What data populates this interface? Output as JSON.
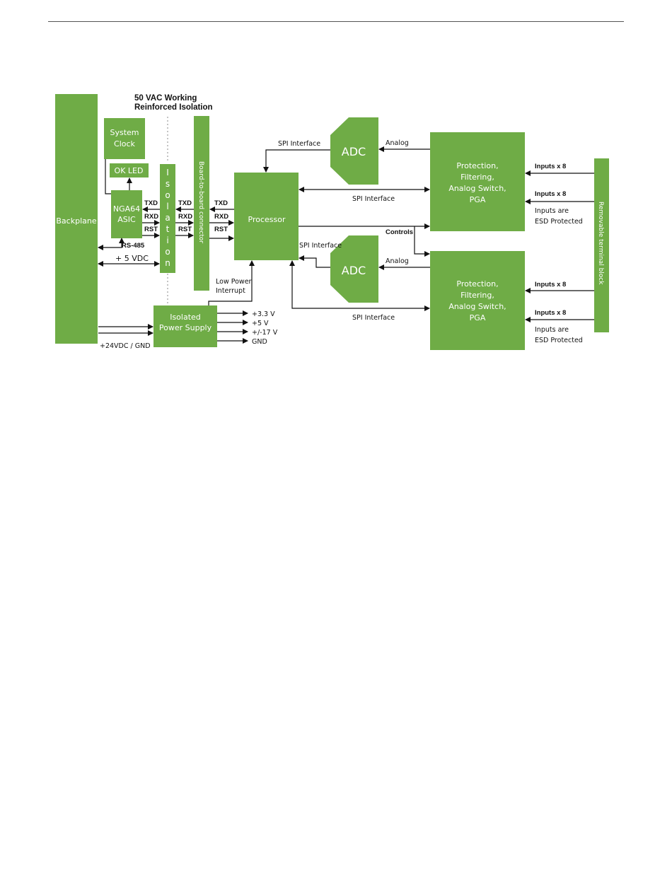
{
  "title": {
    "line1": "50 VAC Working",
    "line2": "Reinforced Isolation"
  },
  "blocks": {
    "backplane": "Backplane",
    "system_clock": [
      "System",
      "Clock"
    ],
    "ok_led": "OK LED",
    "asic": [
      "NGA64",
      "ASIC"
    ],
    "isolation_letters": [
      "I",
      "s",
      "o",
      "l",
      "a",
      "t",
      "i",
      "o",
      "n"
    ],
    "board_connector": "Board-to-board connector",
    "processor": "Processor",
    "adc_top": "ADC",
    "adc_bottom": "ADC",
    "protection_top": [
      "Protection,",
      "Filtering,",
      "Analog Switch,",
      "PGA"
    ],
    "protection_bottom": [
      "Protection,",
      "Filtering,",
      "Analog Switch,",
      "PGA"
    ],
    "terminal_block": "Removable terminal block",
    "power_supply": [
      "Isolated",
      "Power Supply"
    ]
  },
  "signals": {
    "asic_side": [
      "TXD",
      "RXD",
      "RST"
    ],
    "iso_side": [
      "TXD",
      "RXD",
      "RST"
    ],
    "proc_side": [
      "TXD",
      "RXD",
      "RST"
    ],
    "rs485": "RS-485",
    "vdc5": "+ 5 VDC",
    "vdc24": "+24VDC / GND",
    "spi_adc_top": "SPI Interface",
    "spi_mid_top": "SPI Interface",
    "spi_adc_bottom": "SPI Interface",
    "spi_mid_bottom": "SPI Interface",
    "analog_top": "Analog",
    "analog_bottom": "Analog",
    "controls": "Controls",
    "low_power": [
      "Low Power",
      "Interrupt"
    ],
    "rails": [
      "+3.3 V",
      "+5 V",
      "+/-17 V",
      "GND"
    ],
    "inputs_top": [
      "Inputs x 8",
      "Inputs x 8"
    ],
    "inputs_bottom": [
      "Inputs x 8",
      "Inputs x 8"
    ],
    "esd_top": [
      "Inputs are",
      "ESD Protected"
    ],
    "esd_bottom": [
      "Inputs are",
      "ESD Protected"
    ]
  },
  "colors": {
    "block_fill": "#6fac46",
    "block_text": "#ffffff",
    "line": "#111111"
  }
}
